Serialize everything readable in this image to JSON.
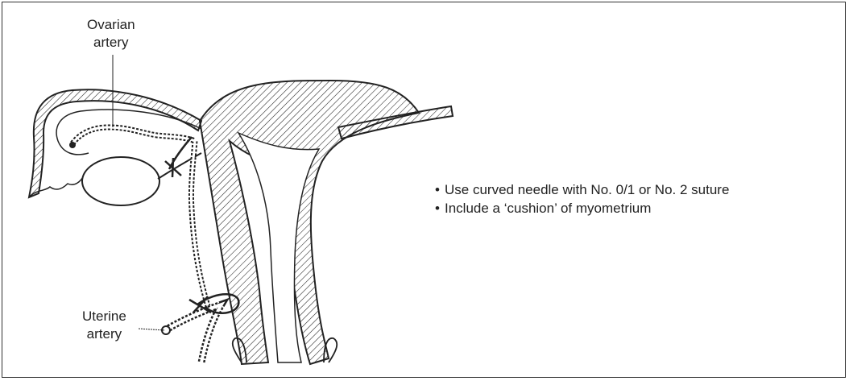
{
  "labels": {
    "ovarian_artery": [
      "Ovarian",
      "artery"
    ],
    "uterine_artery": [
      "Uterine",
      "artery"
    ]
  },
  "notes": [
    "Use curved needle with No. 0/1 or No. 2 suture",
    "Include a ‘cushion’ of myometrium"
  ],
  "bullet_glyph": "•",
  "colors": {
    "line": "#222222",
    "background": "#ffffff"
  }
}
